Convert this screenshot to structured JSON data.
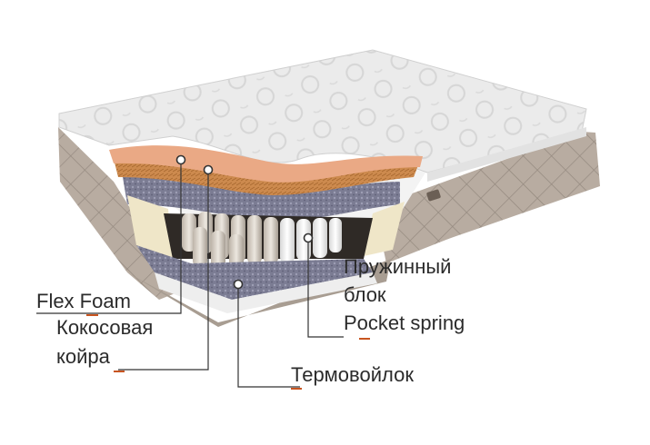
{
  "labels": {
    "flex_foam": "Flex Foam",
    "coconut_line1": "Кокосовая",
    "coconut_line2": "койра",
    "spring_line1": "Пружинный",
    "spring_line2": "блок",
    "spring_line3": "Pocket spring",
    "felt": "Термовойлок"
  },
  "colors": {
    "accent": "#c8541f",
    "leader": "#333333",
    "cover": "#e9e9e9",
    "border": "#b3a79c",
    "foam": "#e7a67f",
    "coir": "#c98448",
    "felt": "#6e6f86"
  }
}
